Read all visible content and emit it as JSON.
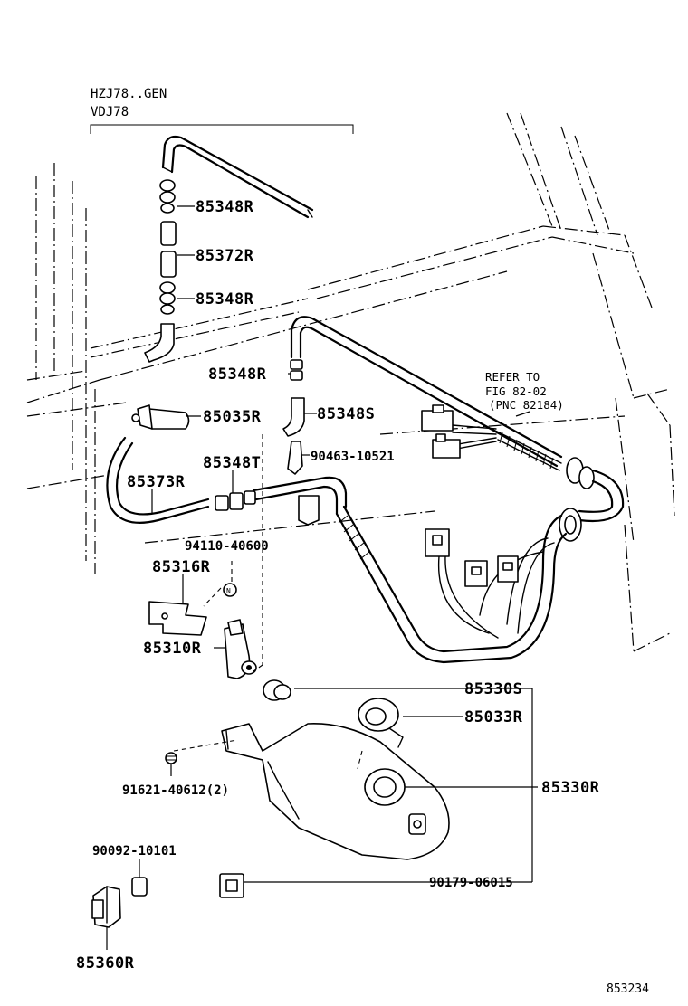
{
  "header": {
    "model_line1": "HZJ78..GEN",
    "model_line2": "VDJ78"
  },
  "reference_note": {
    "line1": "REFER TO",
    "line2": "FIG 82-02",
    "line3": "(PNC 82184)"
  },
  "part_labels": {
    "p85348R_top": "85348R",
    "p85372R": "85372R",
    "p85348R_mid": "85348R",
    "p85348R_low": "85348R",
    "p85035R": "85035R",
    "p85348S": "85348S",
    "p90463": "90463-10521",
    "p85348T": "85348T",
    "p85373R": "85373R",
    "p94110": "94110-40600",
    "p85316R": "85316R",
    "p85310R": "85310R",
    "p85330S": "85330S",
    "p85033R": "85033R",
    "p85330R": "85330R",
    "p91621": "91621-40612(2)",
    "p90092": "90092-10101",
    "p90179": "90179-06015",
    "p85360R": "85360R"
  },
  "figure_number": "853234"
}
